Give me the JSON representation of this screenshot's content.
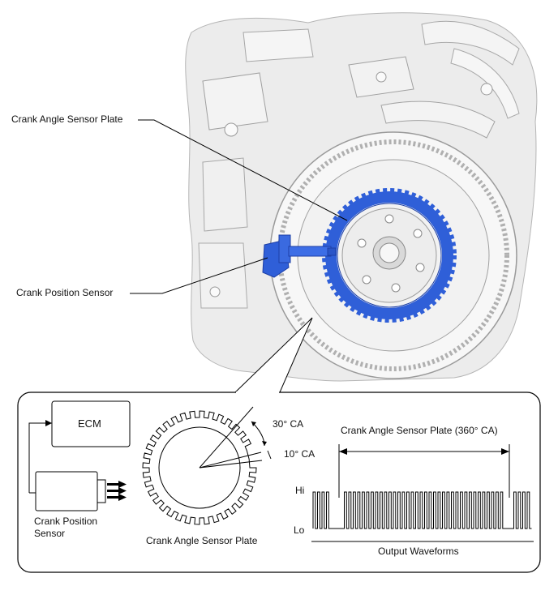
{
  "callouts": {
    "crank_angle_sensor_plate": "Crank Angle Sensor Plate",
    "crank_position_sensor": "Crank Position Sensor"
  },
  "inset": {
    "ecm_label": "ECM",
    "sensor_label_line1": "Crank Position",
    "sensor_label_line2": "Sensor",
    "plate_caption": "Crank Angle Sensor Plate",
    "angle_30": "30° CA",
    "angle_10": "10° CA",
    "waveform_title": "Crank Angle Sensor Plate (360° CA)",
    "hi_label": "Hi",
    "lo_label": "Lo",
    "waveform_caption": "Output Waveforms"
  },
  "colors": {
    "plate_blue": "#2f5fd8",
    "plate_blue_dark": "#1d3fa6",
    "engine_gray": "#e9e9e9",
    "engine_line": "#9a9a9a"
  }
}
